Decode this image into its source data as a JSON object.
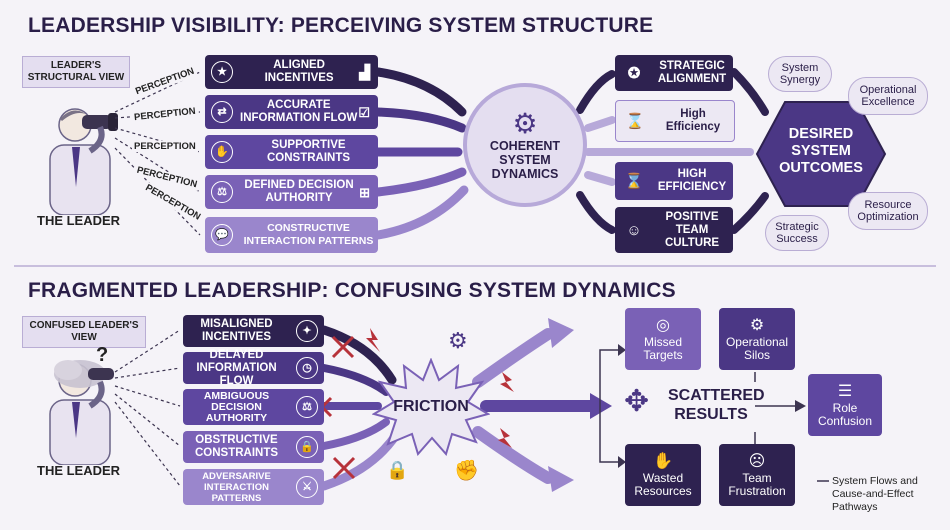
{
  "top": {
    "title": "LEADERSHIP VISIBILITY: PERCEIVING SYSTEM STRUCTURE",
    "view_label": "LEADER'S STRUCTURAL VIEW",
    "leader_label": "THE LEADER",
    "perception_labels": [
      "PERCEPTION",
      "PERCEPTION",
      "PERCEPTION",
      "PERCEPTION",
      "PERCEPTION"
    ],
    "elements": [
      "ALIGNED INCENTIVES",
      "ACCURATE INFORMATION FLOW",
      "SUPPORTIVE CONSTRAINTS",
      "DEFINED DECISION AUTHORITY",
      "CONSTRUCTIVE INTERACTION PATTERNS"
    ],
    "hub": "COHERENT SYSTEM DYNAMICS",
    "outputs": [
      "STRATEGIC ALIGNMENT",
      "High Efficiency",
      "HIGH EFFICIENCY",
      "POSITIVE TEAM CULTURE"
    ],
    "outcome": "DESIRED SYSTEM OUTCOMES",
    "clouds": [
      "System Synergy",
      "Operational Excellence",
      "Resource Optimization",
      "Strategic Success"
    ]
  },
  "bottom": {
    "title": "FRAGMENTED LEADERSHIP: CONFUSING SYSTEM DYNAMICS",
    "view_label": "CONFUSED LEADER'S VIEW",
    "leader_label": "THE LEADER",
    "question_mark": "?",
    "elements": [
      "MISALIGNED INCENTIVES",
      "DELAYED INFORMATION FLOW",
      "AMBIGUOUS DECISION AUTHORITY",
      "OBSTRUCTIVE CONSTRAINTS",
      "ADVERSARIVE INTERACTION PATTERNS"
    ],
    "hub": "FRICTION",
    "results": "SCATTERED RESULTS",
    "boxes": [
      "Missed Targets",
      "Operational Silos",
      "Role Confusion",
      "Wasted Resources",
      "Team Frustration"
    ],
    "legend": "System Flows and Cause-and-Effect Pathways"
  }
}
